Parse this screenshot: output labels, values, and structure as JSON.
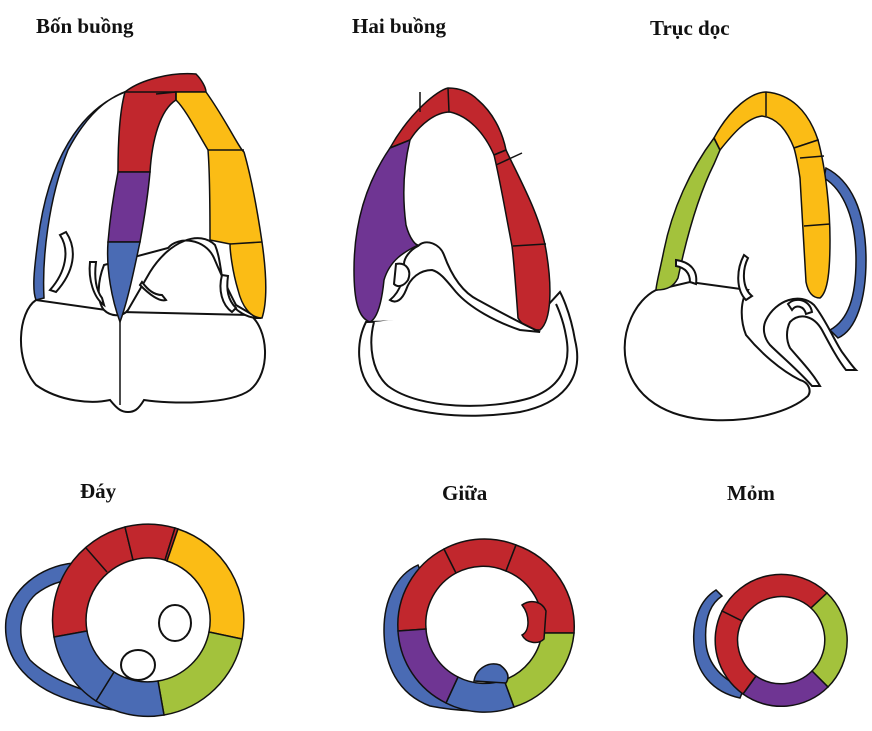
{
  "labels": {
    "four_chamber": "Bốn buồng",
    "two_chamber": "Hai buồng",
    "long_axis": "Trục dọc",
    "base": "Đáy",
    "mid": "Giữa",
    "apex": "Mỏm"
  },
  "colors": {
    "red": "#c1272d",
    "yellow": "#fbbc15",
    "purple": "#6f3593",
    "blue": "#4a6bb4",
    "green": "#a3c23c",
    "outline": "#111111"
  }
}
